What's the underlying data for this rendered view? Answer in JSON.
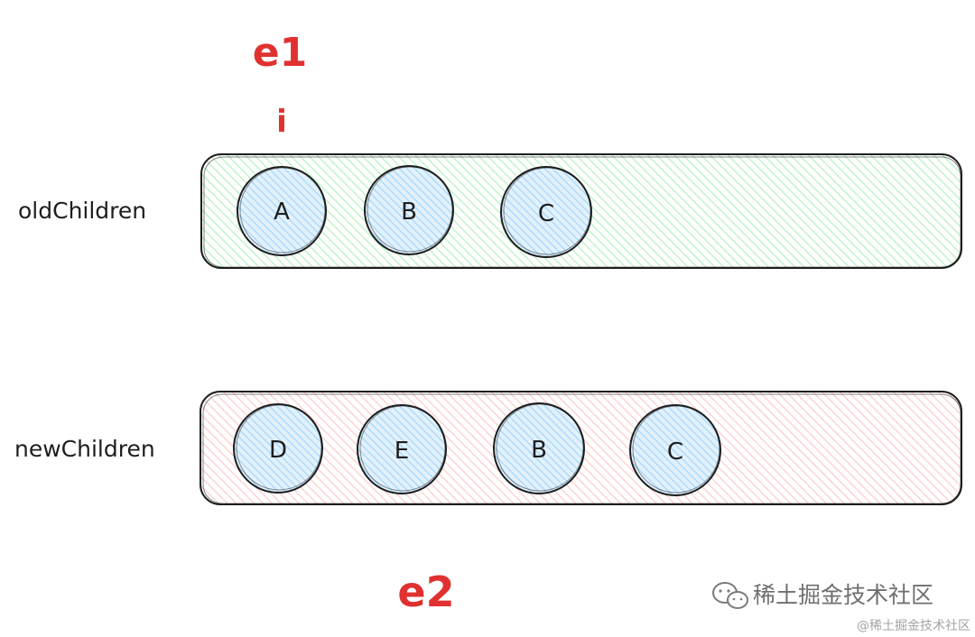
{
  "rows": [
    {
      "id": "old",
      "label": "oldChildren",
      "fill": "#b2f2bb",
      "nodes": [
        {
          "label": "A"
        },
        {
          "label": "B"
        },
        {
          "label": "C"
        }
      ]
    },
    {
      "id": "new",
      "label": "newChildren",
      "fill": "#ffc9c9",
      "nodes": [
        {
          "label": "D"
        },
        {
          "label": "E"
        },
        {
          "label": "B"
        },
        {
          "label": "C"
        }
      ]
    }
  ],
  "node_fill": "#a5d8ff",
  "pointers": {
    "e1": "e1",
    "i": "i",
    "e2": "e2",
    "color": "#e03131"
  },
  "watermark": {
    "main": "稀土掘金技术社区",
    "small": "@稀土掘金技术社区",
    "icon": "wechat-icon"
  }
}
